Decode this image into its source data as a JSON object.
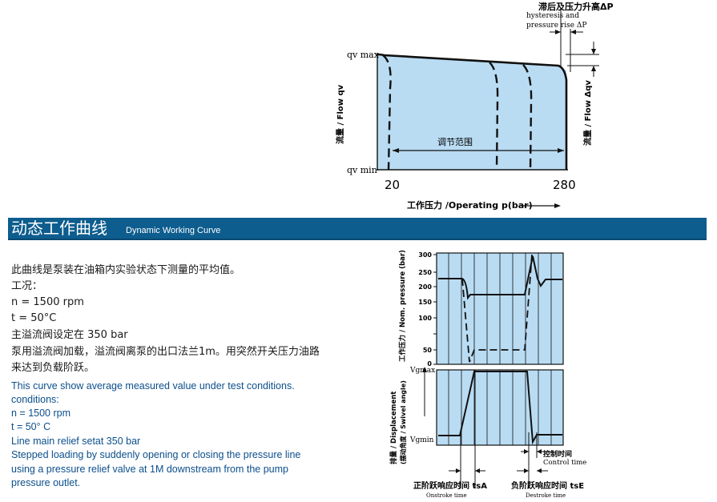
{
  "banner": {
    "title_cn": "动态工作曲线",
    "title_en": "Dynamic Working Curve"
  },
  "description": {
    "cn_lines": [
      "此曲线是泵装在油箱内实验状态下测量的平均值。",
      "工况：",
      "n = 1500 rpm",
      "t = 50°C",
      "主溢流阀设定在 350 bar",
      "泵用溢流阀加载，溢流阀离泵的出口法兰1m。用突然开关压力油路",
      "来达到负载阶跃。"
    ],
    "en_lines": [
      "This curve show average measured value under test conditions.",
      "conditions:",
      "n = 1500 rpm",
      "t = 50° C",
      "Line main relief setat 350 bar",
      "Stepped loading by suddenly opening or closing the pressure line",
      "using a pressure relief  valve at 1M downstream from the pump",
      "pressure outlet."
    ]
  },
  "flow_chart": {
    "hysteresis_cn": "滞后及压力升高ΔP",
    "hysteresis_en_1": "hysteresis and",
    "hysteresis_en_2": "pressure rise ΔP",
    "qv_max": "qv max",
    "qv_min": "qv min",
    "y_label": "流量 / Flow qv",
    "right_label": "流量 / Flow Δqv",
    "range_label": "调节范围",
    "x_tick_1": "20",
    "x_tick_2": "280",
    "x_label": "工作压力 /Operating p(bar)"
  },
  "dynamic_chart": {
    "y_label": "工作压力 / Nom. pressure (bar)",
    "y_ticks": [
      "300",
      "250",
      "200",
      "150",
      "100",
      "50",
      "0"
    ],
    "lower_y_label_1": "排量 / Displacement",
    "lower_y_label_2": "(摆动角度 / Swivel angle)",
    "vg_max": "Vgmax",
    "vg_min": "Vgmin",
    "control_time_cn": "控制时间",
    "control_time_en": "Control time",
    "onstroke_cn": "正阶跃响应时间 tsA",
    "onstroke_en": "Onstroke time",
    "destroke_cn": "负阶跃响应时间 tsE",
    "destroke_en": "Destroke time"
  },
  "colors": {
    "banner": "#0d5d8e",
    "chart_fill": "#b9dcf3",
    "english_text": "#0c4f8c"
  }
}
